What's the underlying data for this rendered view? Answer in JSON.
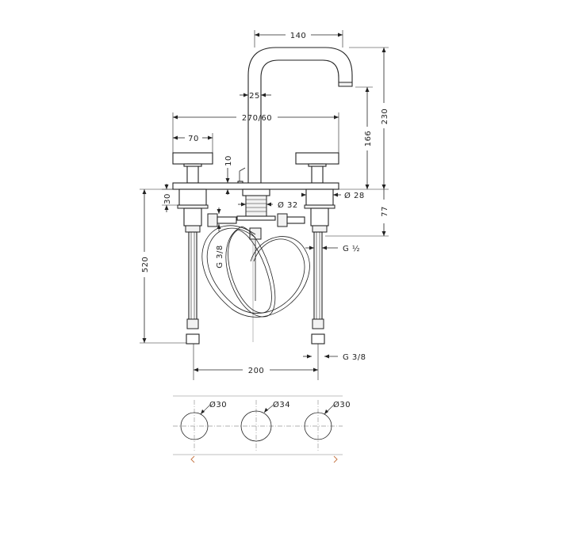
{
  "dimensions": {
    "spout_reach": "140",
    "spout_tube": "25",
    "spread": "270/60",
    "handle_width": "70",
    "flange": "10",
    "spout_height": "166",
    "total_height": "230",
    "base_height": "30",
    "base_diameter": "Ø 28",
    "center_diameter": "Ø 32",
    "below_deck": "77",
    "hose_length": "520",
    "outlet_thread": "G 3/8",
    "valve_thread": "G ½",
    "inlet_thread": "G 3/8",
    "center_spacing": "200",
    "hole_left": "Ø30",
    "hole_center": "Ø34",
    "hole_right": "Ø30"
  },
  "colors": {
    "line": "#222222",
    "accent": "#c87a4a"
  },
  "icons": {
    "left_marker": "chevron-left-icon",
    "right_marker": "chevron-right-icon"
  }
}
